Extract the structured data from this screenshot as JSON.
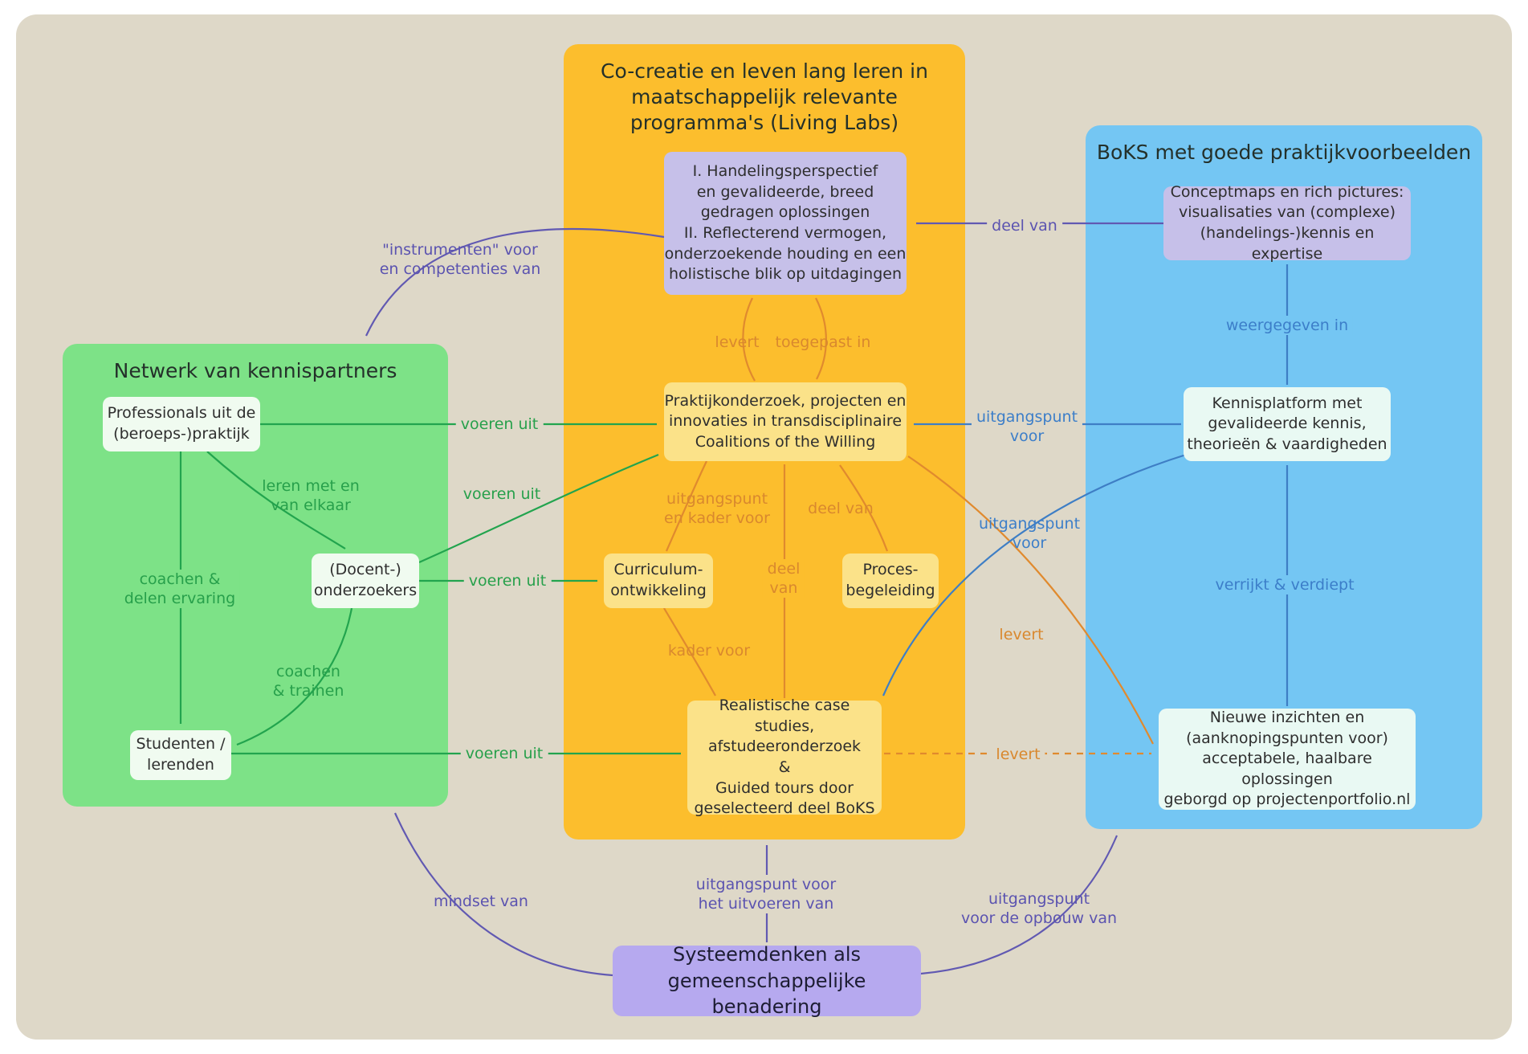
{
  "panels": {
    "green": {
      "title": "Netwerk van kennispartners"
    },
    "orange": {
      "title": "Co-creatie en leven lang leren in\nmaatschappelijk relevante\nprogramma's (Living Labs)"
    },
    "blue": {
      "title": "BoKS met goede praktijkvoorbeelden"
    }
  },
  "nodes": {
    "professionals": "Professionals uit de\n(beroeps-)praktijk",
    "onderzoekers": "(Docent-)\nonderzoekers",
    "studenten": "Studenten /\nlerenden",
    "outcomes": "I. Handelingsperspectief\nen gevalideerde, breed\ngedragen oplossingen\nII. Reflecterend vermogen,\nonderzoekende houding en een\nholistische blik op uitdagingen",
    "praktijkonderzoek": "Praktijkonderzoek, projecten en\ninnovaties in transdisciplinaire\nCoalitions of the Willing",
    "curriculum": "Curriculum-\nontwikkeling",
    "proces": "Proces-\nbegeleiding",
    "case_studies": "Realistische case studies,\nafstudeeronderzoek\n&\nGuided tours door\ngeselecteerd deel BoKS",
    "conceptmaps": "Conceptmaps en rich pictures:\nvisualisaties van (complexe)\n(handelings-)kennis en expertise",
    "kennisplatform": "Kennisplatform met\ngevalideerde kennis,\ntheorieën & vaardigheden",
    "nieuwe_inzichten": "Nieuwe inzichten en\n(aanknopingspunten voor)\nacceptabele, haalbare oplossingen\ngeborgd op projectenportfolio.nl",
    "systeemdenken": "Systeemdenken als\ngemeenschappelijke benadering"
  },
  "labels": {
    "instrumenten": "\"instrumenten\" voor\nen competenties van",
    "deel_van": "deel van",
    "deel_van_vert": "deel\nvan",
    "weergegeven_in": "weergegeven in",
    "levert": "levert",
    "toegepast_in": "toegepast in",
    "voeren_uit": "voeren uit",
    "uitgangspunt_voor": "uitgangspunt\nvoor",
    "leren_met": "leren met en\nvan elkaar",
    "uitgangspunt_kader": "uitgangspunt\nen kader voor",
    "coachen_delen": "coachen &\ndelen ervaring",
    "coachen_trainen": "coachen\n& trainen",
    "kader_voor": "kader voor",
    "verrijkt": "verrijkt & verdiept",
    "mindset_van": "mindset van",
    "uitgangspunt_uitvoeren": "uitgangspunt voor\nhet uitvoeren van",
    "uitgangspunt_opbouw": "uitgangspunt\nvoor de opbouw van"
  },
  "colors": {
    "background": "#ded8c8",
    "panel_green": "#7de287",
    "panel_orange": "#fcbe2d",
    "panel_blue": "#74c6f3",
    "node_yellow": "#fbe289",
    "node_lavender": "#c6c0e9",
    "node_mint": "#f0fbf0",
    "node_cyan": "#e9f9f3",
    "box_purple": "#b6a9ef",
    "edge_purple": "#6159b2",
    "edge_green": "#22a44e",
    "edge_orange": "#e08a2e",
    "edge_blue": "#3e7ec5"
  }
}
